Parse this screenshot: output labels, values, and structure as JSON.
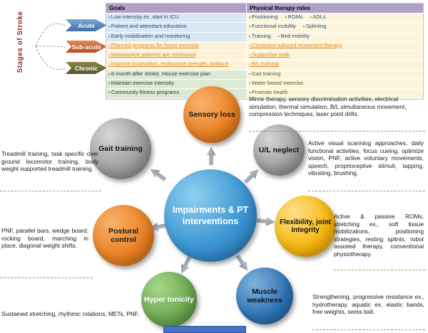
{
  "stages_panel": {
    "side_label": "Stages of Stroke",
    "stages": [
      {
        "label": "Acute",
        "color": "#4f81bd"
      },
      {
        "label": "Sub-acute",
        "color": "#bb4a1e"
      },
      {
        "label": "Chronic",
        "color": "#55552a"
      }
    ],
    "table": {
      "headers": [
        "Goals",
        "Physical therapy roles"
      ],
      "goals_rows": [
        "Low intensity ex. start in ICU",
        "Patient and attendant education",
        "Early mobilization and monitoring",
        "Planned programs for home exercise",
        "Maladaptive patterns are minimized",
        "Improve locomotion, endurance strength, balance",
        "6-month after stroke, House exercise plan",
        "Maintain exercise intensity",
        "Community fitness programs"
      ],
      "roles_rows": [
        [
          "Positioning",
          "ROMs",
          "ADLs"
        ],
        [
          "Functional mobility",
          "Splinting"
        ],
        [
          "Training",
          "Bed mobility"
        ],
        [
          "Constraint induced movement therapy"
        ],
        [
          "Supportive walk"
        ],
        [
          "B/L training"
        ],
        [
          "Gait training"
        ],
        [
          "Water based exercise"
        ],
        [
          "Promote health"
        ]
      ]
    }
  },
  "diagram": {
    "center_label": "Impairments & PT interventions",
    "nodes": {
      "sensory": "Sensory loss",
      "ul_neglect": "U/L neglect",
      "flexibility": "Flexibility, joint integrity",
      "muscle": "Muscle weakness",
      "hyper": "Hyper tonicity",
      "postural": "Postural control",
      "gait": "Gait training"
    },
    "annotations": {
      "sensory": "Mirror therapy, sensory discrimination activities, electrical simulation, thermal simulation, B/L simultaneous movement, compression techniques, laser point drills.",
      "ul_neglect": "Active visual scanning approaches, daily functional activities, focus cueing, optimize vision, PNF, active voluntary movements, speech, proprioceptive stimuli, tapping, vibrating, brushing.",
      "flexibility": "Active & passive ROMs, stretching ex., soft tissue mobilizations, positioning strategies, resting splints, robot assisted therapy, conventional physiotherapy.",
      "muscle": "Strengthening, progressive resistance ex., hydrotherapy, aquatic ex. elastic bands, free weights, swiss ball.",
      "hyper": "Sustained stretching, rhythmic rotations, METs, PNF.",
      "postural": "PNF, parallel bars, wedge board, rocking board, marching in place, diagonal weight shifts.",
      "gait": "Treadmill training, task specific over ground locomotor training, body weight supported treadmill training."
    },
    "colors": {
      "center": "#2e86c6",
      "orange": "#e87f22",
      "gray": "#9c9c9c",
      "yellow": "#f6b60b",
      "blue": "#2e74b5",
      "green": "#6aa84f"
    }
  }
}
